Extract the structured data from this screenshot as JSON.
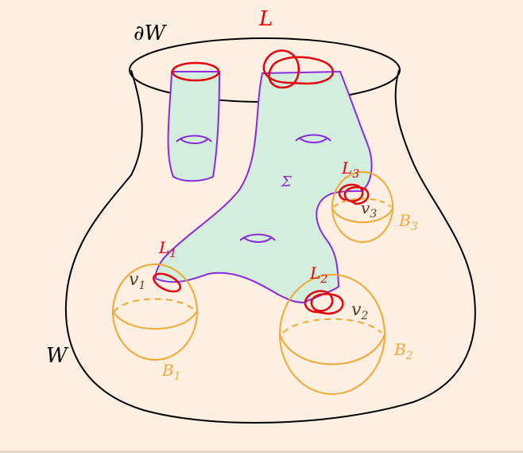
{
  "labels": {
    "boundary": "∂W",
    "link": "L",
    "manifold": "W",
    "surface": "Σ",
    "link_1": "L",
    "link_1_sub": "1",
    "link_2": "L",
    "link_2_sub": "2",
    "link_3": "L",
    "link_3_sub": "3",
    "vertex_1": "v",
    "vertex_1_sub": "1",
    "vertex_2": "v",
    "vertex_2_sub": "2",
    "vertex_3": "v",
    "vertex_3_sub": "3",
    "ball_1": "B",
    "ball_1_sub": "1",
    "ball_2": "B",
    "ball_2_sub": "2",
    "ball_3": "B",
    "ball_3_sub": "3"
  },
  "colors": {
    "background": "#fdf0e3",
    "outline": "#000000",
    "link": "#e8000b",
    "surface_fill": "#d3eedc",
    "surface_edge": "#8a2be2",
    "ball": "#f0a830",
    "vertex_text": "#5a3a20"
  }
}
